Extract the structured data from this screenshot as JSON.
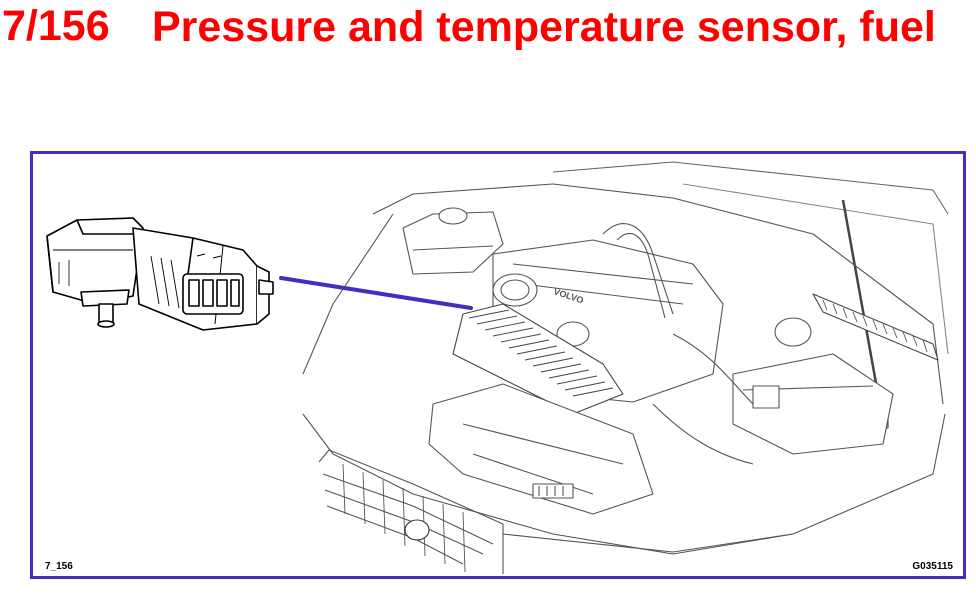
{
  "header": {
    "number": "7/156",
    "title": "Pressure and temperature sensor, fuel"
  },
  "figure": {
    "code_left": "7_156",
    "code_right": "G035115",
    "pointer_color": "#3f2fc2",
    "frame_color": "#3f2fc2",
    "engine_badge": "VOLVO"
  },
  "colors": {
    "heading": "#ff0000",
    "frame": "#3f2fc2"
  }
}
